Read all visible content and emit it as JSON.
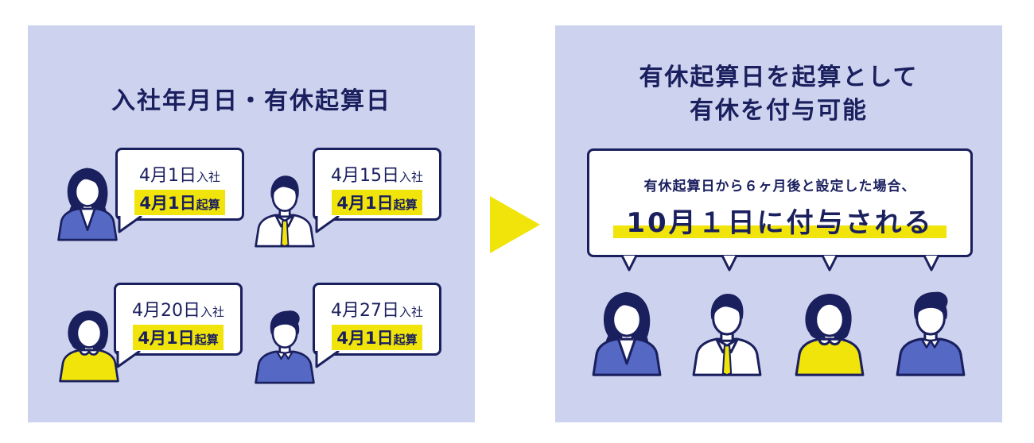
{
  "colors": {
    "panel_bg": "#cdd3ee",
    "navy": "#1a1f5e",
    "yellow": "#f0e40a",
    "blue_shirt": "#5468c4",
    "white": "#ffffff"
  },
  "left_panel": {
    "title": "入社年月日・有休起算日",
    "employees": [
      {
        "person": "woman-long-hair-blue",
        "join_date": "4月1日",
        "join_suffix": "入社",
        "start_date": "4月1日",
        "start_suffix": "起算"
      },
      {
        "person": "man-white-shirt-tie",
        "join_date": "4月15日",
        "join_suffix": "入社",
        "start_date": "4月1日",
        "start_suffix": "起算"
      },
      {
        "person": "woman-short-hair-yellow",
        "join_date": "4月20日",
        "join_suffix": "入社",
        "start_date": "4月1日",
        "start_suffix": "起算"
      },
      {
        "person": "man-blue-shirt",
        "join_date": "4月27日",
        "join_suffix": "入社",
        "start_date": "4月1日",
        "start_suffix": "起算"
      }
    ]
  },
  "arrow": {
    "icon": "play-triangle-icon"
  },
  "right_panel": {
    "title_line1": "有休起算日を起算として",
    "title_line2": "有休を付与可能",
    "bubble_line1": "有休起算日から６ヶ月後と設定した場合、",
    "bubble_line2": "10月１日に付与される",
    "people": [
      "woman-long-hair-blue",
      "man-white-shirt-tie",
      "woman-short-hair-yellow",
      "man-blue-shirt"
    ]
  }
}
